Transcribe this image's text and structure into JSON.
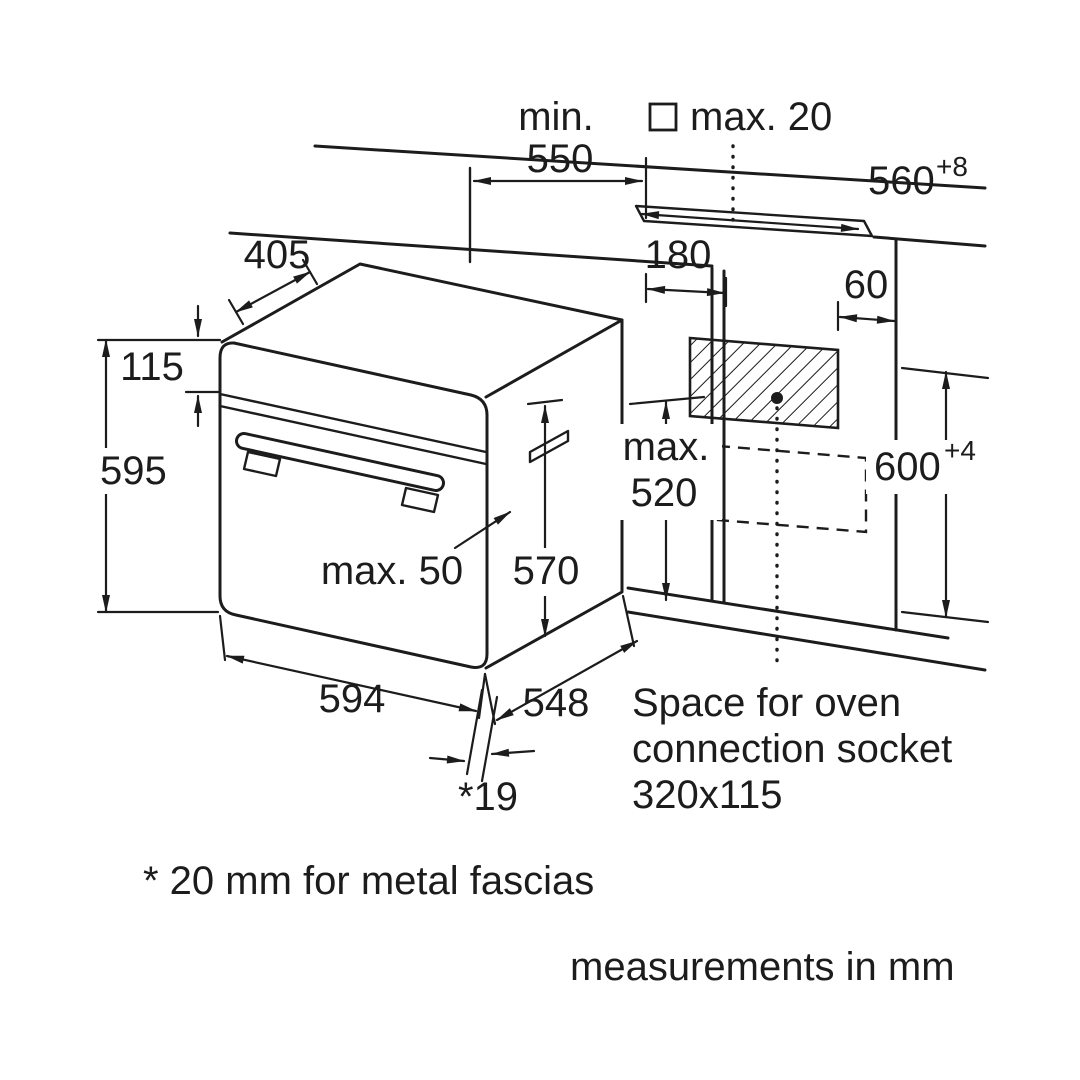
{
  "labels": {
    "min_prefix": "min.",
    "min_value": "550",
    "square_max": "max. 20",
    "niche_width": "560",
    "niche_width_tol": "+8",
    "top_depth": "405",
    "socket_offset": "180",
    "socket_side": "60",
    "panel_height": "115",
    "oven_height": "595",
    "max_socket_prefix": "max.",
    "max_socket_value": "520",
    "niche_height": "600",
    "niche_height_tol": "+4",
    "body_height": "570",
    "handle_depth": "max. 50",
    "oven_width": "594",
    "body_depth": "548",
    "door_offset": "*19",
    "socket_note_1": "Space for oven",
    "socket_note_2": "connection socket",
    "socket_note_3": "320x115",
    "footnote": "* 20 mm for metal fascias",
    "units": "measurements in mm"
  },
  "colors": {
    "line": "#1c1c1c",
    "background": "#ffffff"
  }
}
